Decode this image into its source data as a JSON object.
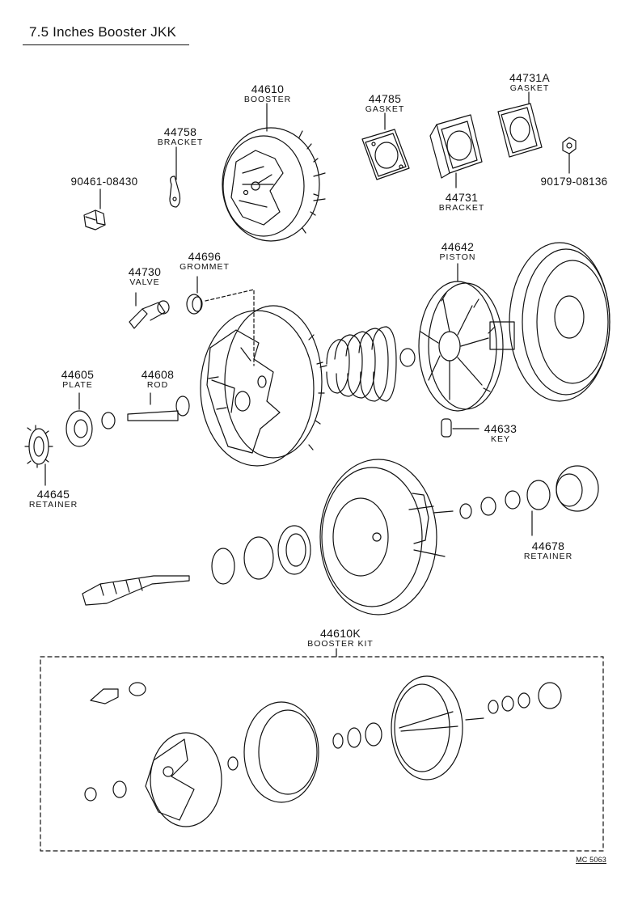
{
  "title": "7.5 Inches Booster JKK",
  "diagram_code": "MC 5063",
  "parts": {
    "p44610": {
      "number": "44610",
      "name": "BOOSTER"
    },
    "p44758": {
      "number": "44758",
      "name": "BRACKET"
    },
    "p90461": {
      "number": "90461-08430"
    },
    "p44785": {
      "number": "44785",
      "name": "GASKET"
    },
    "p44731a": {
      "number": "44731A",
      "name": "GASKET"
    },
    "p90179": {
      "number": "90179-08136"
    },
    "p44731": {
      "number": "44731",
      "name": "BRACKET"
    },
    "p44696": {
      "number": "44696",
      "name": "GROMMET"
    },
    "p44730": {
      "number": "44730",
      "name": "VALVE"
    },
    "p44642": {
      "number": "44642",
      "name": "PISTON"
    },
    "p44605": {
      "number": "44605",
      "name": "PLATE"
    },
    "p44608": {
      "number": "44608",
      "name": "ROD"
    },
    "p44633": {
      "number": "44633",
      "name": "KEY"
    },
    "p44645": {
      "number": "44645",
      "name": "RETAINER"
    },
    "p44678": {
      "number": "44678",
      "name": "RETAINER"
    },
    "p44610k": {
      "number": "44610K",
      "name": "BOOSTER KIT"
    }
  },
  "line_color": "#111111"
}
